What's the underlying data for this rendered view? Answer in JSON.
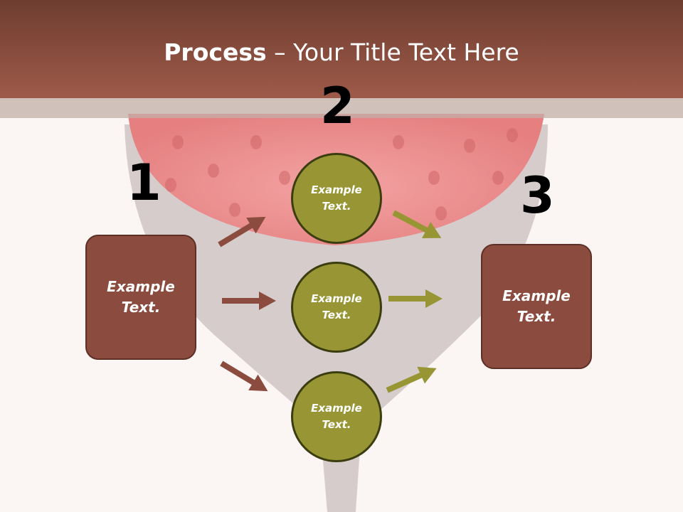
{
  "title": {
    "bold": "Process",
    "rest": " – Your Title Text Here"
  },
  "steps": [
    {
      "number": "1",
      "text_line1": "Example",
      "text_line2": "Text."
    },
    {
      "number": "2",
      "items": [
        {
          "text_line1": "Example",
          "text_line2": "Text."
        },
        {
          "text_line1": "Example",
          "text_line2": "Text."
        },
        {
          "text_line1": "Example",
          "text_line2": "Text."
        }
      ]
    },
    {
      "number": "3",
      "text_line1": "Example",
      "text_line2": "Text."
    }
  ],
  "colors": {
    "header": "#9e5a49",
    "box": "#8b4c3f",
    "circle": "#989634",
    "arrow_brown": "#8b4c3f",
    "arrow_olive": "#989634"
  }
}
